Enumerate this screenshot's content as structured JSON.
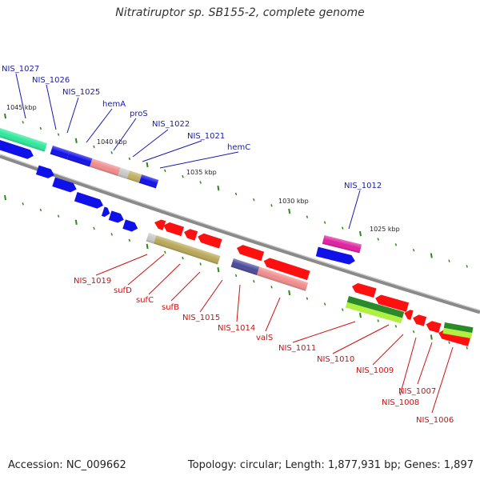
{
  "title": "Nitratiruptor sp. SB155-2, complete genome",
  "footer": {
    "accession": "Accession: NC_009662",
    "topology": "Topology: circular; Length: 1,877,931 bp; Genes: 1,897"
  },
  "colors": {
    "upper_label": "#1a1aa8",
    "lower_label": "#cc1111",
    "backbone": "#8a8a8a",
    "tick": "#2a8a1a"
  },
  "scale_labels": [
    "1045 kbp",
    "1040 kbp",
    "1035 kbp",
    "1030 kbp",
    "1025 kbp"
  ],
  "upper_genes": [
    "NIS_1027",
    "NIS_1026",
    "NIS_1025",
    "hemA",
    "proS",
    "NIS_1022",
    "NIS_1021",
    "hemC",
    "NIS_1012"
  ],
  "lower_genes": [
    "NIS_1019",
    "sufD",
    "sufC",
    "sufB",
    "NIS_1015",
    "NIS_1014",
    "valS",
    "NIS_1011",
    "NIS_1010",
    "NIS_1009",
    "NIS_1007",
    "NIS_1008",
    "NIS_1006"
  ]
}
